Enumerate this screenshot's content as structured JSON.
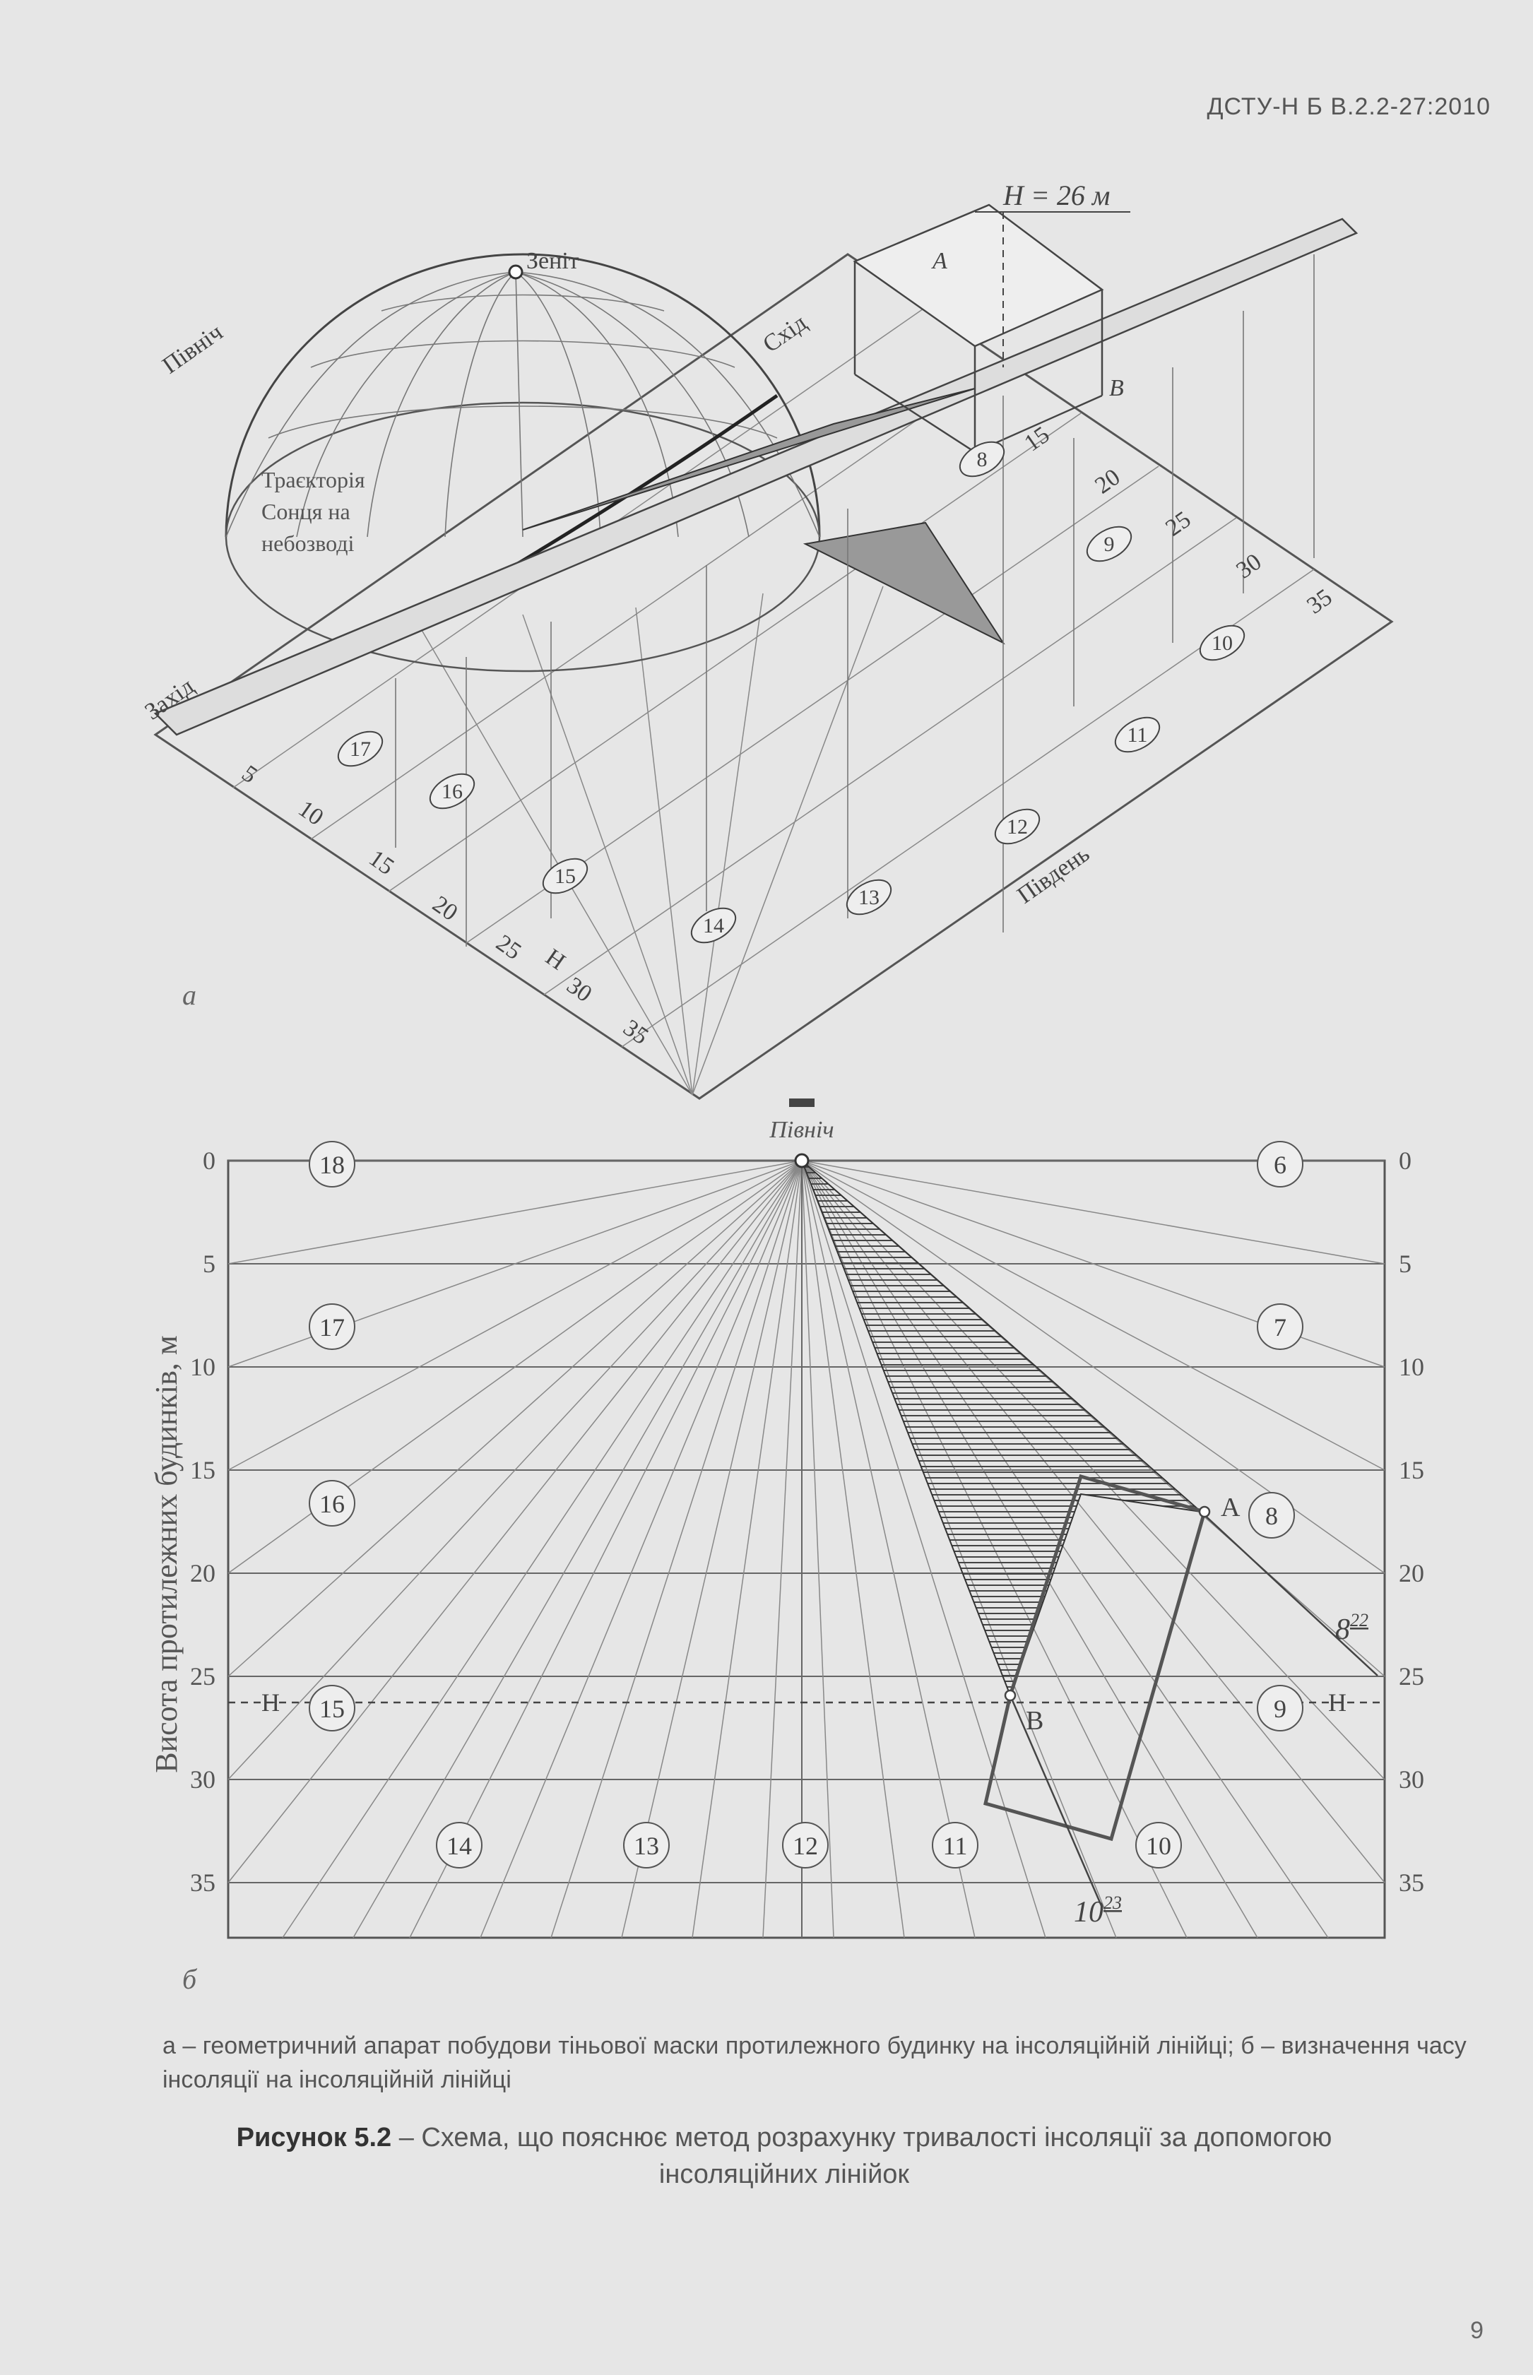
{
  "header": {
    "doc_code": "ДСТУ-Н Б В.2.2-27:2010"
  },
  "figure_a": {
    "label": "а",
    "height_label": "H = 26 м",
    "point_a": "A",
    "point_b": "B",
    "zenith": "Зеніт",
    "north": "Північ",
    "east": "Схід",
    "west": "Захід",
    "south": "Південь",
    "trajectory": [
      "Траєкторія",
      "Сонця на",
      "небозводі"
    ],
    "height_marker": "H",
    "scale_left": [
      "5",
      "10",
      "15",
      "20",
      "25",
      "30",
      "35"
    ],
    "scale_right": [
      "15",
      "20",
      "25",
      "30",
      "35"
    ],
    "hours": [
      "17",
      "16",
      "15",
      "14",
      "13",
      "12",
      "11",
      "10",
      "9",
      "8"
    ]
  },
  "figure_b": {
    "label": "б",
    "north": "Північ",
    "y_axis_label": "Висота протилежних будинків, м",
    "y_ticks": [
      "0",
      "5",
      "10",
      "15",
      "20",
      "25",
      "30",
      "35"
    ],
    "h_label": "H",
    "hours_left": [
      "18",
      "17",
      "16",
      "15"
    ],
    "hours_right": [
      "6",
      "7",
      "8",
      "9"
    ],
    "hours_bottom": [
      "14",
      "13",
      "12",
      "11",
      "10"
    ],
    "point_a": "A",
    "point_b": "B",
    "time_1_base": "8",
    "time_1_sup": "22",
    "time_2_base": "10",
    "time_2_sup": "23"
  },
  "caption": {
    "sub": "а – геометричний апарат побудови тіньової маски протилежного будинку на інсоляційній лінійці; б – визначення часу інсоляції на інсоляційній лінійці",
    "figure_number": "Рисунок 5.2",
    "dash": " – ",
    "title": "Схема, що пояснює метод розрахунку тривалості інсоляції за допомогою інсоляційних лінійок"
  },
  "page_number": "9"
}
